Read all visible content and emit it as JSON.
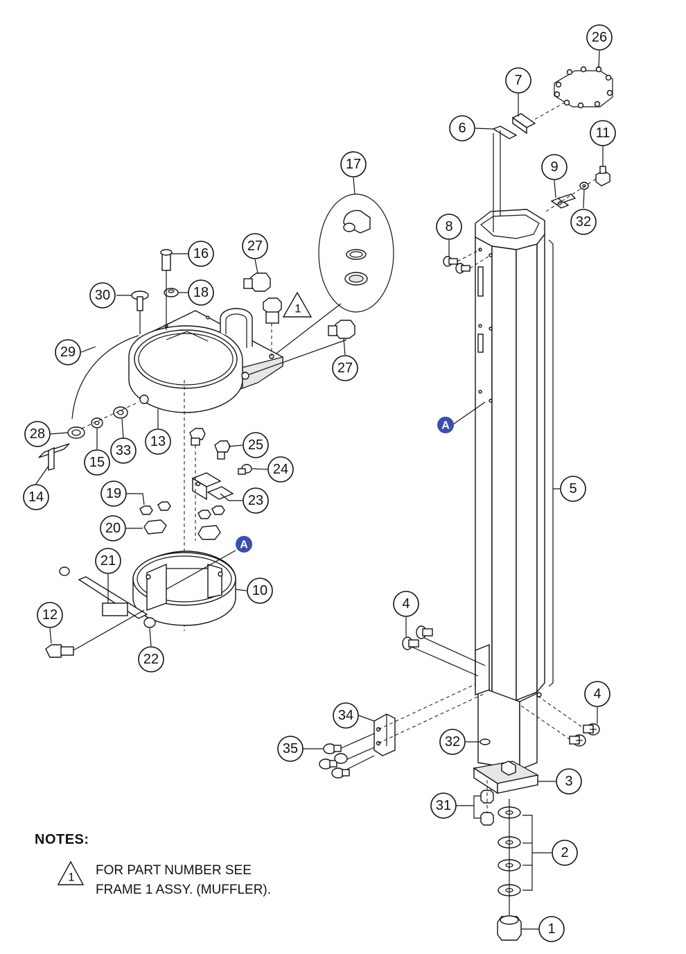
{
  "callouts": [
    {
      "label": "1"
    },
    {
      "label": "2"
    },
    {
      "label": "3"
    },
    {
      "label": "4"
    },
    {
      "label": "4"
    },
    {
      "label": "5"
    },
    {
      "label": "6"
    },
    {
      "label": "7"
    },
    {
      "label": "8"
    },
    {
      "label": "9"
    },
    {
      "label": "10"
    },
    {
      "label": "11"
    },
    {
      "label": "12"
    },
    {
      "label": "13"
    },
    {
      "label": "14"
    },
    {
      "label": "15"
    },
    {
      "label": "16"
    },
    {
      "label": "17"
    },
    {
      "label": "18"
    },
    {
      "label": "19"
    },
    {
      "label": "20"
    },
    {
      "label": "21"
    },
    {
      "label": "22"
    },
    {
      "label": "23"
    },
    {
      "label": "24"
    },
    {
      "label": "25"
    },
    {
      "label": "26"
    },
    {
      "label": "27"
    },
    {
      "label": "27"
    },
    {
      "label": "28"
    },
    {
      "label": "29"
    },
    {
      "label": "30"
    },
    {
      "label": "31"
    },
    {
      "label": "32"
    },
    {
      "label": "32"
    },
    {
      "label": "33"
    },
    {
      "label": "34"
    },
    {
      "label": "35"
    }
  ],
  "references": [
    {
      "label": "A"
    },
    {
      "label": "A"
    }
  ],
  "flags": [
    {
      "label": "1"
    }
  ],
  "notes": {
    "title": "NOTES:",
    "items": [
      {
        "marker": "1",
        "lines": [
          "FOR PART NUMBER SEE",
          "FRAME 1 ASSY. (MUFFLER)."
        ]
      }
    ]
  },
  "colors": {
    "reference_marker": "#3b4fae",
    "line": "#111111"
  }
}
